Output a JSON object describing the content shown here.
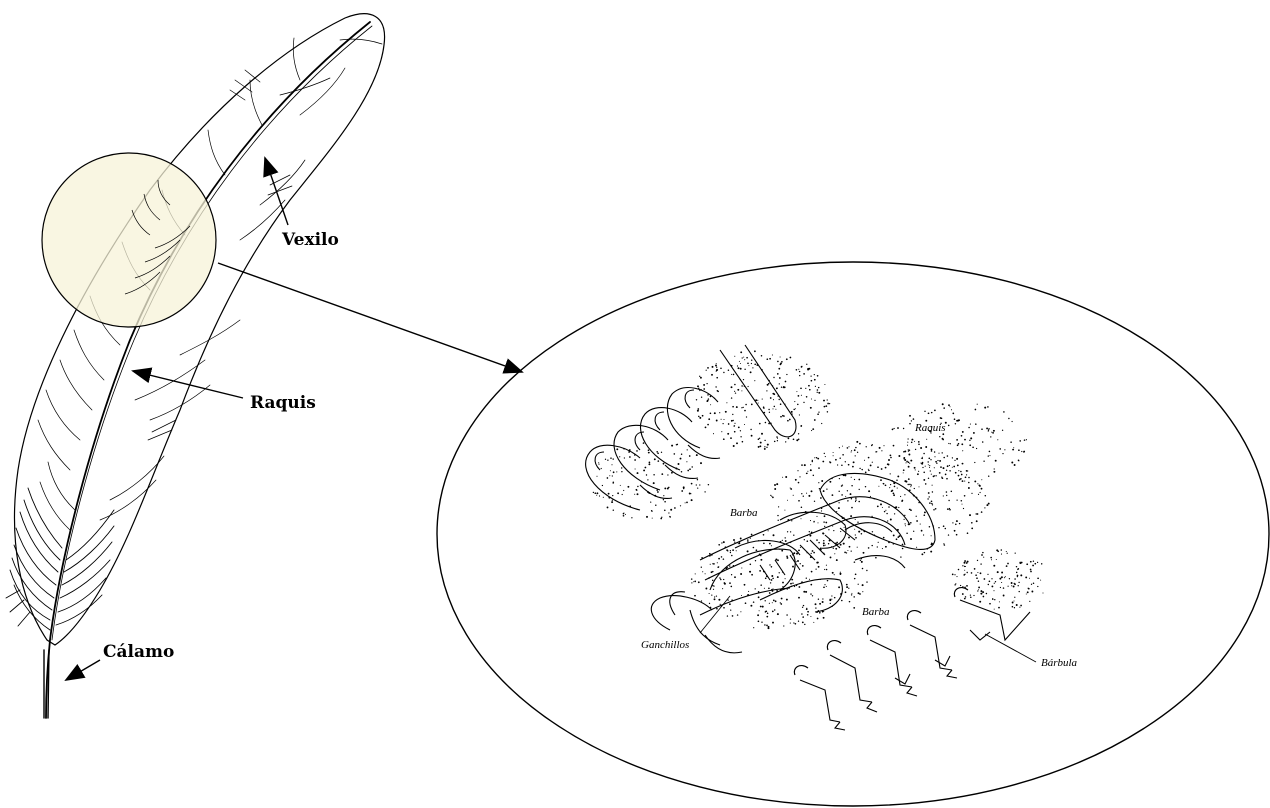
{
  "labels": {
    "vexilo": "Vexilo",
    "raquis": "Raquis",
    "calamo": "Cálamo"
  },
  "detail_labels": {
    "raquis": "Raquis",
    "barba_top": "Barba",
    "barba_bottom": "Barba",
    "ganchillos": "Ganchillos",
    "barbula": "Bárbula"
  },
  "colors": {
    "line": "#000000",
    "magnifier_fill": "#f7f3d8",
    "background": "#ffffff"
  }
}
